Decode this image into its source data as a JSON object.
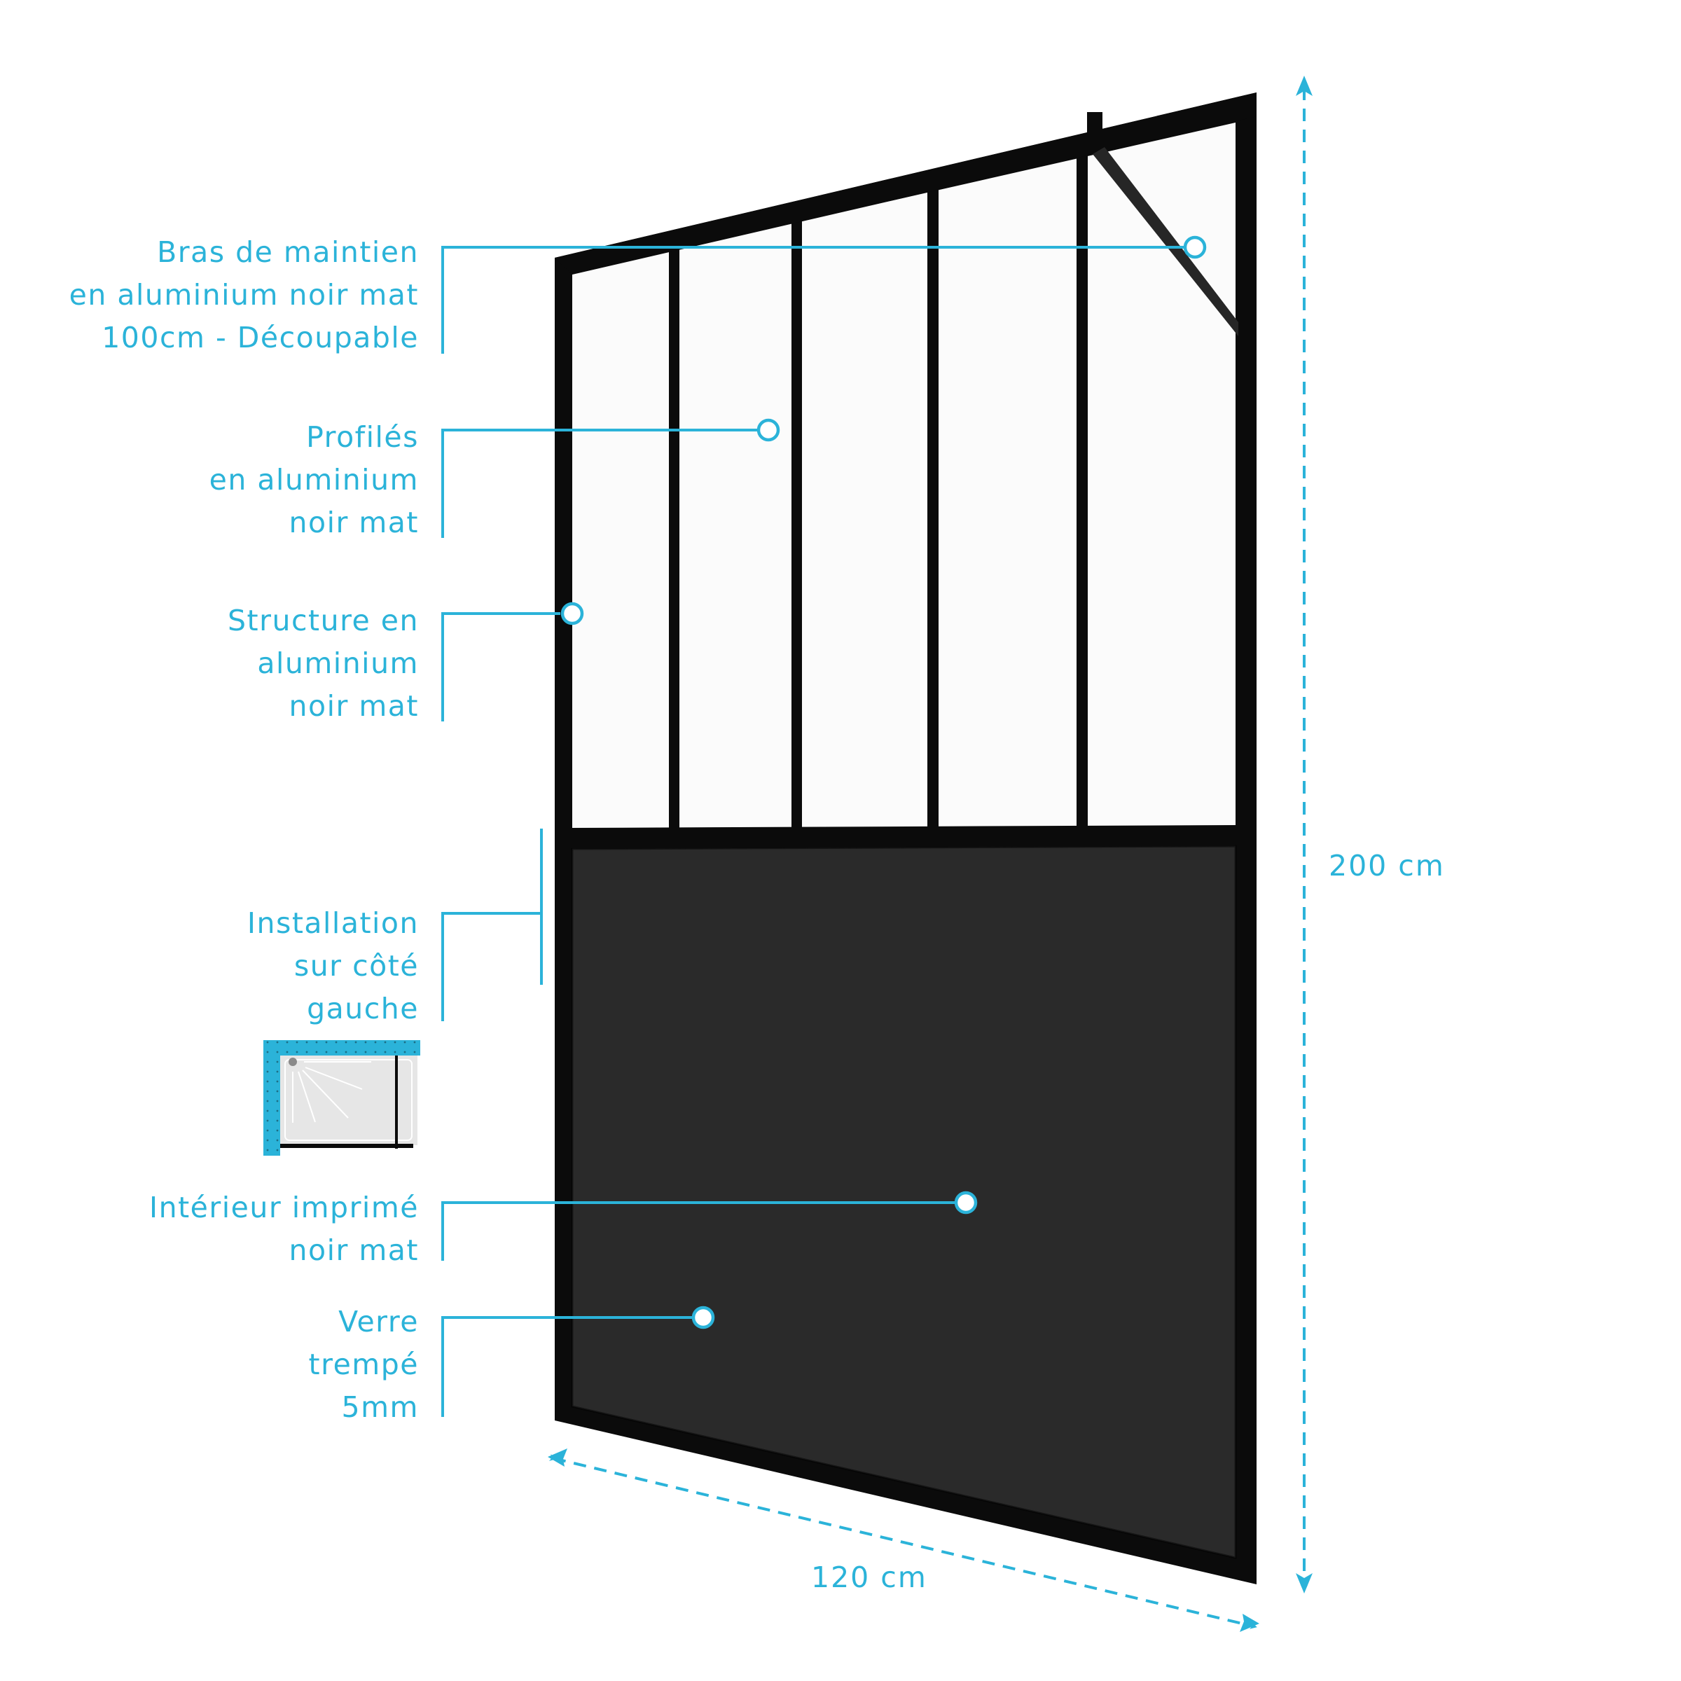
{
  "colors": {
    "accent": "#2bb3d9",
    "frame": "#0b0b0b",
    "glass_clear": "#fbfbfb",
    "glass_printed": "#2a2a2a",
    "tray": "#e6e6e6"
  },
  "callouts": [
    {
      "id": "bras-de-maintien",
      "lines": [
        "Bras de maintien",
        "en aluminium noir mat",
        "100cm - Découpable"
      ],
      "target": "support-arm"
    },
    {
      "id": "profiles",
      "lines": [
        "Profilés",
        "en aluminium",
        "noir mat"
      ],
      "target": "mullion"
    },
    {
      "id": "structure",
      "lines": [
        "Structure en",
        "aluminium",
        "noir mat"
      ],
      "target": "frame-left-edge"
    },
    {
      "id": "installation",
      "lines": [
        "Installation",
        "sur côté",
        "gauche"
      ],
      "target": "left-side"
    },
    {
      "id": "interieur",
      "lines": [
        "Intérieur imprimé",
        "noir mat"
      ],
      "target": "printed-panel"
    },
    {
      "id": "verre",
      "lines": [
        "Verre",
        "trempé",
        "5mm"
      ],
      "target": "glass"
    }
  ],
  "dimensions": {
    "height": "200 cm",
    "width": "120 cm"
  },
  "icons": {
    "installation_icon": "shower-tray-left-wall-icon"
  }
}
